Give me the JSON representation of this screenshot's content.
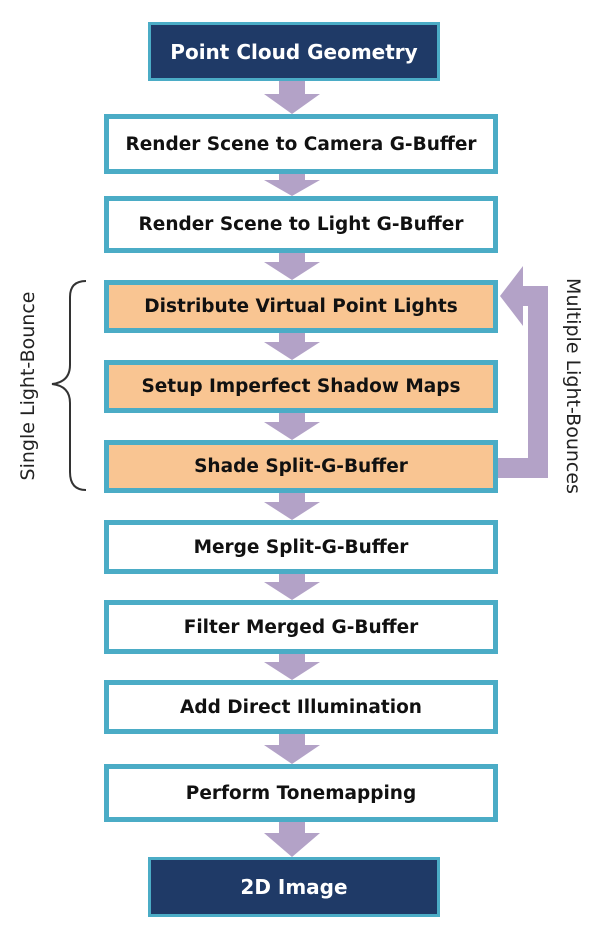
{
  "flow": {
    "start": "Point Cloud Geometry",
    "steps": [
      "Render Scene to Camera G-Buffer",
      "Render Scene to Light G-Buffer",
      "Distribute Virtual Point Lights",
      "Setup Imperfect Shadow Maps",
      "Shade Split-G-Buffer",
      "Merge Split-G-Buffer",
      "Filter Merged G-Buffer",
      "Add Direct Illumination",
      "Perform Tonemapping"
    ],
    "end": "2D Image"
  },
  "labels": {
    "single_bounce": "Single Light-Bounce",
    "multiple_bounces": "Multiple Light-Bounces"
  },
  "colors": {
    "terminal_fill": "#1f3a67",
    "box_border": "#4bacc6",
    "light_fill": "#f9c592",
    "arrow": "#b3a2c7"
  }
}
